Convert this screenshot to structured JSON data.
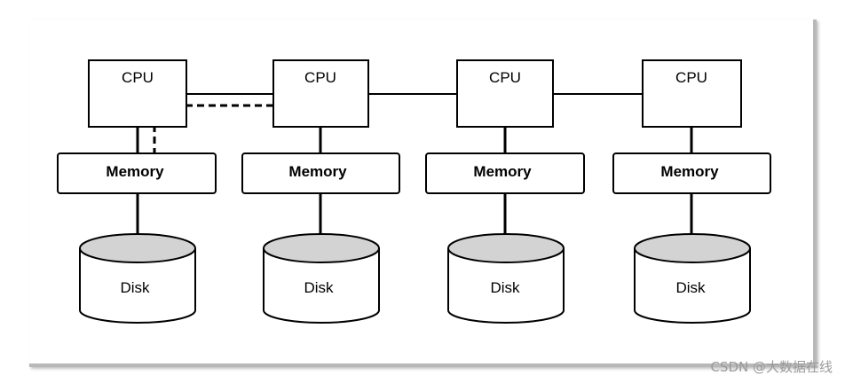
{
  "diagram": {
    "nodes": [
      {
        "cpu_label": "CPU",
        "memory_label": "Memory",
        "disk_label": "Disk"
      },
      {
        "cpu_label": "CPU",
        "memory_label": "Memory",
        "disk_label": "Disk"
      },
      {
        "cpu_label": "CPU",
        "memory_label": "Memory",
        "disk_label": "Disk"
      },
      {
        "cpu_label": "CPU",
        "memory_label": "Memory",
        "disk_label": "Disk"
      }
    ],
    "colors": {
      "stroke": "#000000",
      "disk_top_fill": "#d3d3d3",
      "box_fill": "#ffffff"
    }
  },
  "watermark": "CSDN @大数据在线"
}
